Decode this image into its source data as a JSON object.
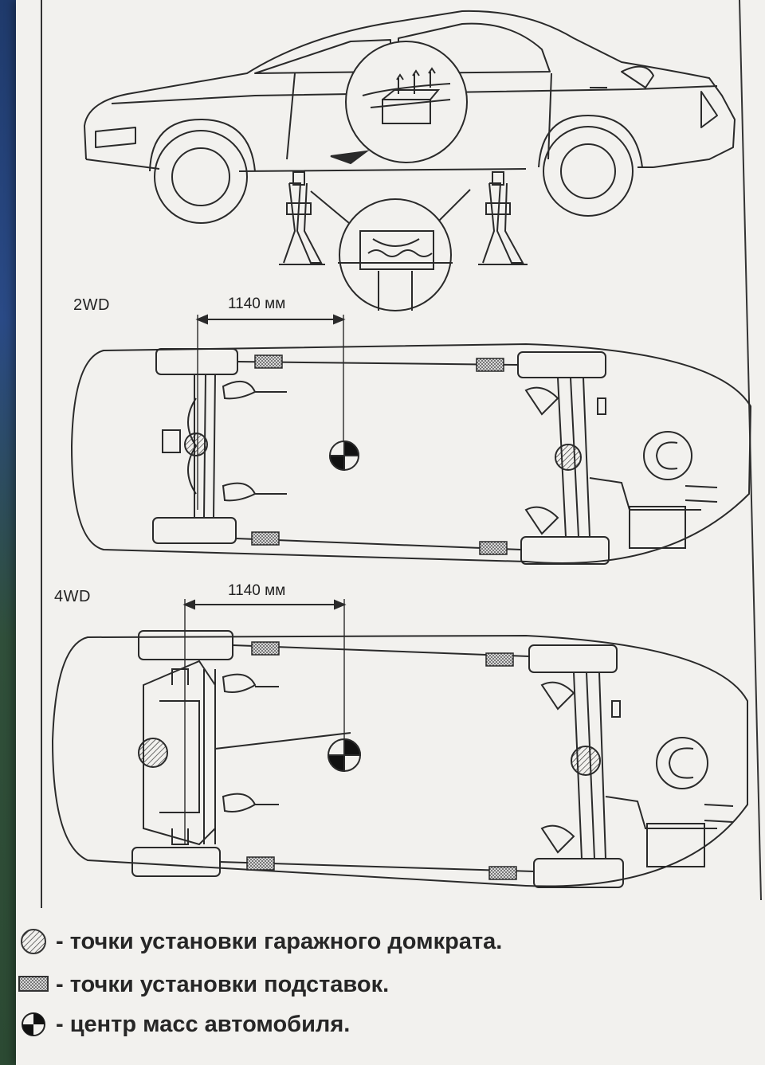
{
  "sections": {
    "twowd": {
      "label": "2WD",
      "dimension": "1140 мм"
    },
    "fourwd": {
      "label": "4WD",
      "dimension": "1140 мм"
    }
  },
  "legend": {
    "jack": "- точки установки гаражного домкрата.",
    "stands": "- точки установки подставок.",
    "center": "- центр масс автомобиля."
  },
  "colors": {
    "paper": "#f2f1ee",
    "ink": "#2a2a2a",
    "background": "#2f4a2a"
  }
}
